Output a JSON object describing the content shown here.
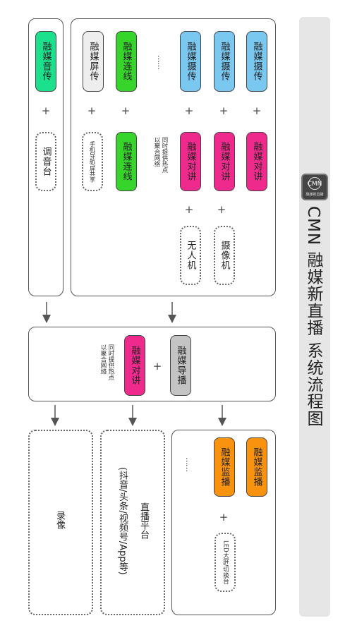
{
  "title": "CMN 融媒新直播  系统流程图",
  "logo": {
    "text": "CMN",
    "subtext": "融媒新直播"
  },
  "colors": {
    "pink": "#ee2b8c",
    "blue": "#7ac7f0",
    "green": "#37d42c",
    "teal": "#1be08c",
    "orange": "#f8920f",
    "gray": "#c4c4c4",
    "light": "#eeeeee"
  },
  "left_group": {
    "columns": [
      {
        "top": "融媒摄传",
        "bottom": "融媒对讲",
        "extra": "摄像机"
      },
      {
        "top": "融媒摄传",
        "bottom": "融媒对讲",
        "extra": "无人机"
      },
      {
        "top": "融媒摄传",
        "bottom": "融媒对讲",
        "note": "同时提供热点\n以聚合网络"
      },
      {
        "top": "融媒连线",
        "bottom": "融媒连线"
      },
      {
        "top": "融媒屏传",
        "bottom": "手机导航/屏共享"
      }
    ],
    "ellipsis": "……"
  },
  "audio_group": {
    "top": "融媒音传",
    "bottom": "调音台"
  },
  "director": {
    "guide": "融媒导播",
    "intercom": "融媒对讲",
    "note": "同时提供热点\n以聚合网络"
  },
  "monitor_group": {
    "items": [
      "融媒监播",
      "融媒监播"
    ],
    "ellipsis": "……",
    "led": "LED大屏/切换台"
  },
  "live_platform": {
    "title": "直播平台",
    "subtitle": "(抖音/头条/视频号/App等)"
  },
  "recording": {
    "label": "录像"
  },
  "plus": "+"
}
